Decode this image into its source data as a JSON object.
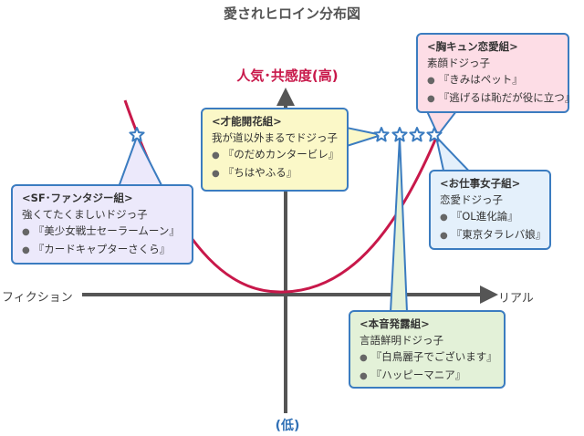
{
  "title": "愛されヒロイン分布図",
  "axes": {
    "left": "フィクション",
    "right": "リアル",
    "top": "人気･共感度(高)",
    "bottom": "(低)"
  },
  "colors": {
    "curve": "#c8184a",
    "axis": "#555555",
    "star": "#3b7cc0",
    "box_border": "#3b7cc0"
  },
  "groups": [
    {
      "id": "sf",
      "header": "<SF･ファンタジー組>",
      "subtitle": "強くてたくましいドジっ子",
      "items": [
        "『美少女戦士セーラームーン』",
        "『カードキャプターさくら』"
      ],
      "bg": "#ece9fb"
    },
    {
      "id": "talent",
      "header": "<才能開花組>",
      "subtitle": "我が道以外まるでドジっ子",
      "items": [
        "『のだめカンタービレ』",
        "『ちはやふる』"
      ],
      "bg": "#fbf8c8"
    },
    {
      "id": "heart",
      "header": "<胸キュン恋愛組>",
      "subtitle": "素顔ドジっ子",
      "items": [
        "『きみはペット』",
        "『逃げるは恥だが役に立つ』"
      ],
      "bg": "#fddde6"
    },
    {
      "id": "work",
      "header": "<お仕事女子組>",
      "subtitle": "恋愛ドジっ子",
      "items": [
        "『OL進化論』",
        "『東京タラレバ娘』"
      ],
      "bg": "#e4f0fb"
    },
    {
      "id": "honne",
      "header": "<本音発露組>",
      "subtitle": "言語鮮明ドジっ子",
      "items": [
        "『白鳥麗子でございます』",
        "『ハッピーマニア』"
      ],
      "bg": "#e3f1d8"
    }
  ]
}
